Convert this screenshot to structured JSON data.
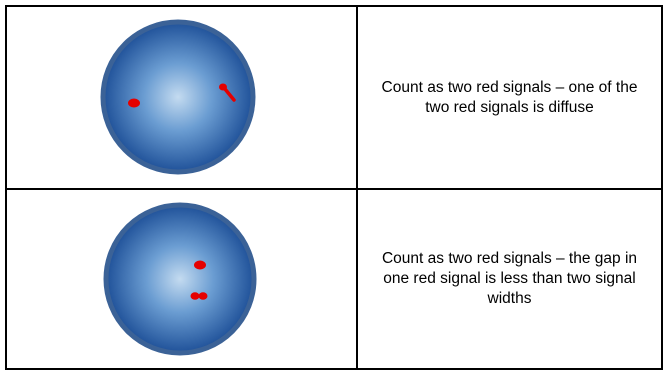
{
  "rows": [
    {
      "cell_name": "nucleus-diffuse-signal",
      "text": "Count as two red signals – one of the two red signals is diffuse"
    },
    {
      "cell_name": "nucleus-gap-signal",
      "text": "Count as two red signals – the gap in one red signal is less than two signal widths"
    }
  ],
  "colors": {
    "nucleus_center": "#b9d3ec",
    "nucleus_mid": "#4d84c4",
    "nucleus_edge": "#1d4e94",
    "nucleus_border": "#3b6297",
    "signal_red": "#e50000",
    "grid_line": "#000000"
  }
}
